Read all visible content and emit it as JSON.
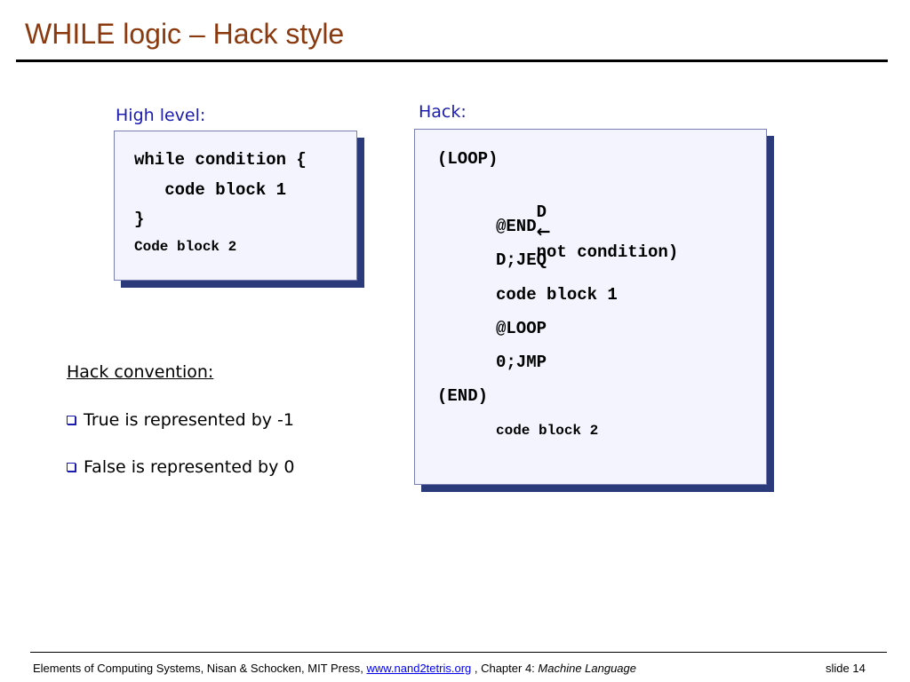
{
  "slide": {
    "title": "WHILE logic – Hack style"
  },
  "high_level": {
    "label": "High level:",
    "lines": [
      "while condition {",
      "   code block 1",
      "}"
    ],
    "last_line": "Code block 2"
  },
  "hack": {
    "label": "Hack:",
    "loop_label": "(LOOP)",
    "d_prefix": "D",
    "arrow": "←",
    "d_suffix": "not condition)",
    "at_end": "@END",
    "djeq": "D;JEQ",
    "code_block_1": "code block 1",
    "at_loop": "@LOOP",
    "jmp": "0;JMP",
    "end_label": "(END)",
    "code_block_2": "code block 2"
  },
  "convention": {
    "title": "Hack convention:",
    "bullets": [
      "True is represented by -1",
      "False is represented by 0"
    ]
  },
  "footer": {
    "text_before": "Elements of Computing Systems, Nisan & Schocken, MIT Press, ",
    "link": "www.nand2tetris.org",
    "text_middle": " , Chapter 4: ",
    "chapter": "Machine Language",
    "slide_number": "slide 14"
  }
}
